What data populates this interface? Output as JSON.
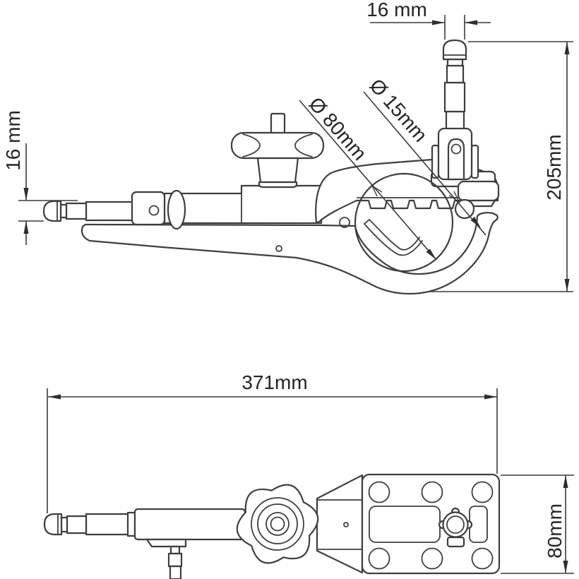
{
  "drawing": {
    "labels": {
      "pin_top_width": "16 mm",
      "pin_side_width": "16 mm",
      "large_capacity": "Ø 80mm",
      "small_capacity": "Ø 15mm",
      "overall_height": "205mm",
      "overall_length": "371mm",
      "plate_width": "80mm"
    },
    "colors": {
      "line": "#3e3e3e",
      "dimension_line": "#3a3a3a",
      "text": "#242424",
      "background": "#ffffff"
    }
  }
}
